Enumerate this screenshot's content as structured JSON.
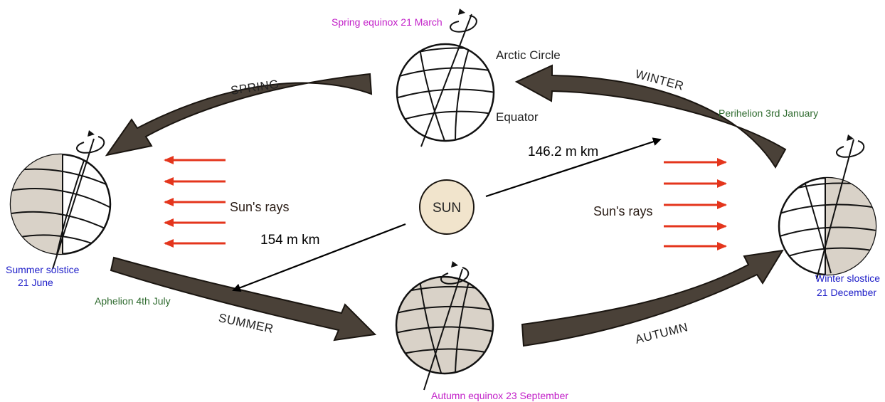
{
  "colors": {
    "magenta": "#c21fc8",
    "green": "#2f6b2f",
    "blue": "#1c1cc8",
    "arrow_fill": "#4a4138",
    "ray_red": "#e4351c",
    "sun_fill": "#f1e4cc",
    "globe_shade": "#d9d2c8"
  },
  "sun": {
    "label": "SUN"
  },
  "seasons": {
    "spring": "SPRING",
    "summer": "SUMMER",
    "autumn": "AUTUMN",
    "winter": "WINTER"
  },
  "events": {
    "spring_equinox": "Spring equinox  21 March",
    "autumn_equinox": "Autumn equinox 23 September",
    "summer_solstice_line1": "Summer solstice",
    "summer_solstice_line2": "21 June",
    "winter_solstice_line1": "Winter slostice",
    "winter_solstice_line2": "21 December",
    "perihelion": "Perihelion 3rd January",
    "aphelion": "Aphelion 4th July"
  },
  "globe_labels": {
    "arctic_circle": "Arctic Circle",
    "equator": "Equator"
  },
  "distances": {
    "perihelion": "146.2 m km",
    "aphelion": "154 m km"
  },
  "rays": {
    "left": "Sun's rays",
    "right": "Sun's rays"
  },
  "icons": [
    "rotation-arrow-icon",
    "orbit-arrow-icon",
    "ray-arrow-icon"
  ]
}
